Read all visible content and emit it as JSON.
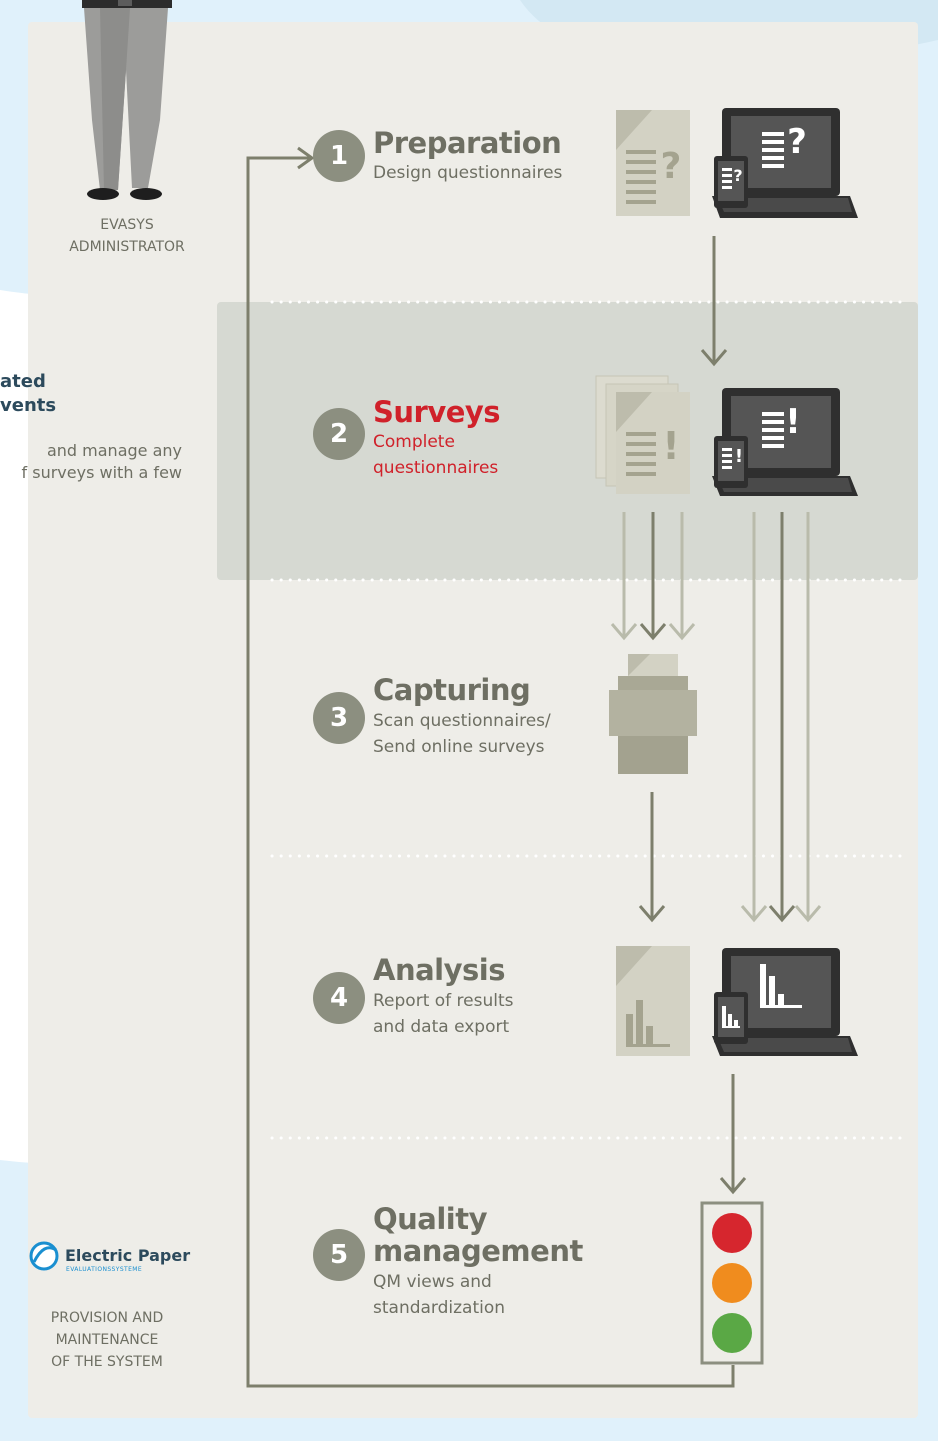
{
  "roles": {
    "administrator": "EVASYS\nADMINISTRATOR",
    "provider": "PROVISION AND\nMAINTENANCE\nOF THE SYSTEM"
  },
  "side_panel": {
    "title": "ated\nvents",
    "body": "and manage any\nf surveys with a few"
  },
  "logo": {
    "name": "Electric Paper",
    "tagline": "EVALUATIONSSYSTEME"
  },
  "steps": [
    {
      "number": "1",
      "title": "Preparation",
      "subtitle": "Design questionnaires"
    },
    {
      "number": "2",
      "title": "Surveys",
      "subtitle": "Complete\nquestionnaires"
    },
    {
      "number": "3",
      "title": "Capturing",
      "subtitle": "Scan questionnaires/\nSend online surveys"
    },
    {
      "number": "4",
      "title": "Analysis",
      "subtitle": "Report of results\nand data export"
    },
    {
      "number": "5",
      "title": "Quality\nmanagement",
      "subtitle": "QM views and\nstandardization"
    }
  ],
  "icons": {
    "question_mark": "?",
    "exclamation_mark": "!"
  },
  "colors": {
    "panel": "#eeede8",
    "highlight_band": "#d6d9d2",
    "sky": "#e0f1fb",
    "arrow": "#7d7f6c",
    "arrow_light": "#b9bbab",
    "badge": "#8c8f80",
    "accent_red": "#d0212a",
    "light_red": "#d6262e",
    "light_orange": "#f08c1e",
    "light_green": "#5aa845"
  }
}
